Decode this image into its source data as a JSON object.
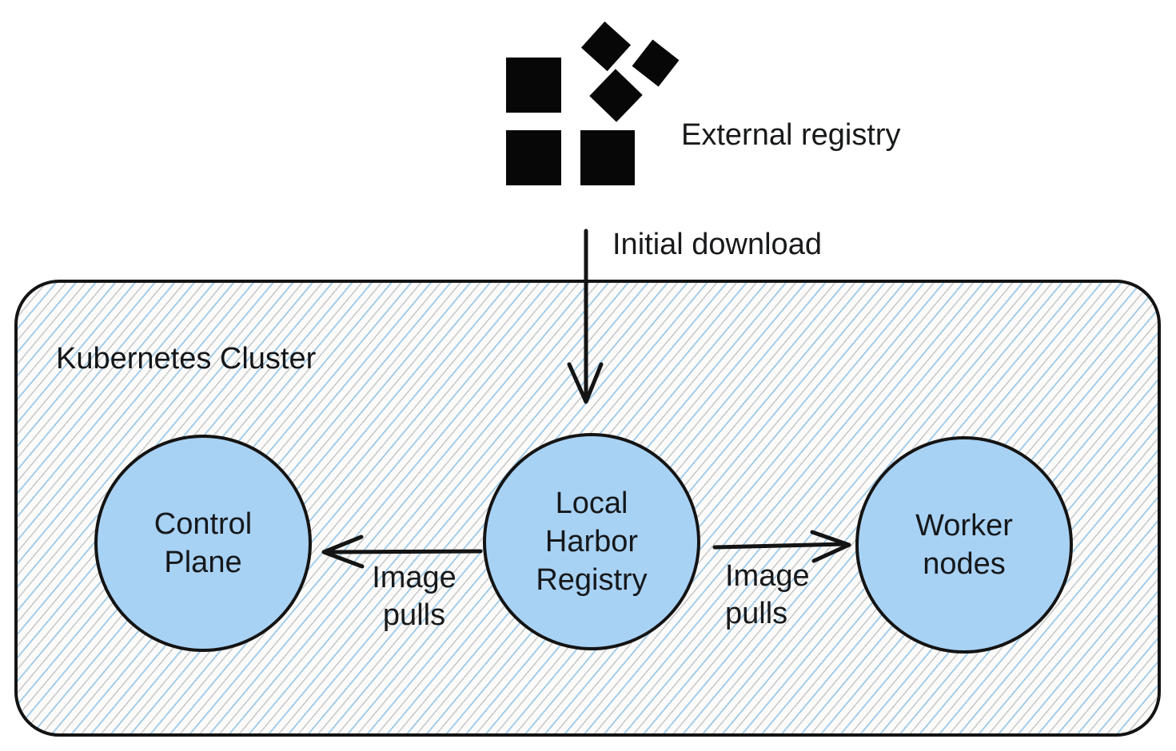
{
  "external_registry": {
    "label": "External registry"
  },
  "cluster": {
    "label": "Kubernetes Cluster",
    "nodes": [
      {
        "id": "control-plane",
        "label": "Control\nPlane"
      },
      {
        "id": "local-harbor-registry",
        "label": "Local\nHarbor\nRegistry"
      },
      {
        "id": "worker-nodes",
        "label": "Worker\nnodes"
      }
    ]
  },
  "edges": [
    {
      "id": "initial-download",
      "from": "external-registry",
      "to": "local-harbor-registry",
      "label": "Initial download"
    },
    {
      "id": "image-pulls-left",
      "from": "local-harbor-registry",
      "to": "control-plane",
      "label": "Image\npulls"
    },
    {
      "id": "image-pulls-right",
      "from": "local-harbor-registry",
      "to": "worker-nodes",
      "label": "Image\npulls"
    }
  ],
  "colors": {
    "node_fill": "#a8d2f4",
    "hatch_line_blue": "#a5cdea",
    "hatch_line_gray": "#9ea3a8",
    "cluster_background": "#fcfbf9",
    "stroke": "#141414",
    "icon_black": "#070707"
  }
}
